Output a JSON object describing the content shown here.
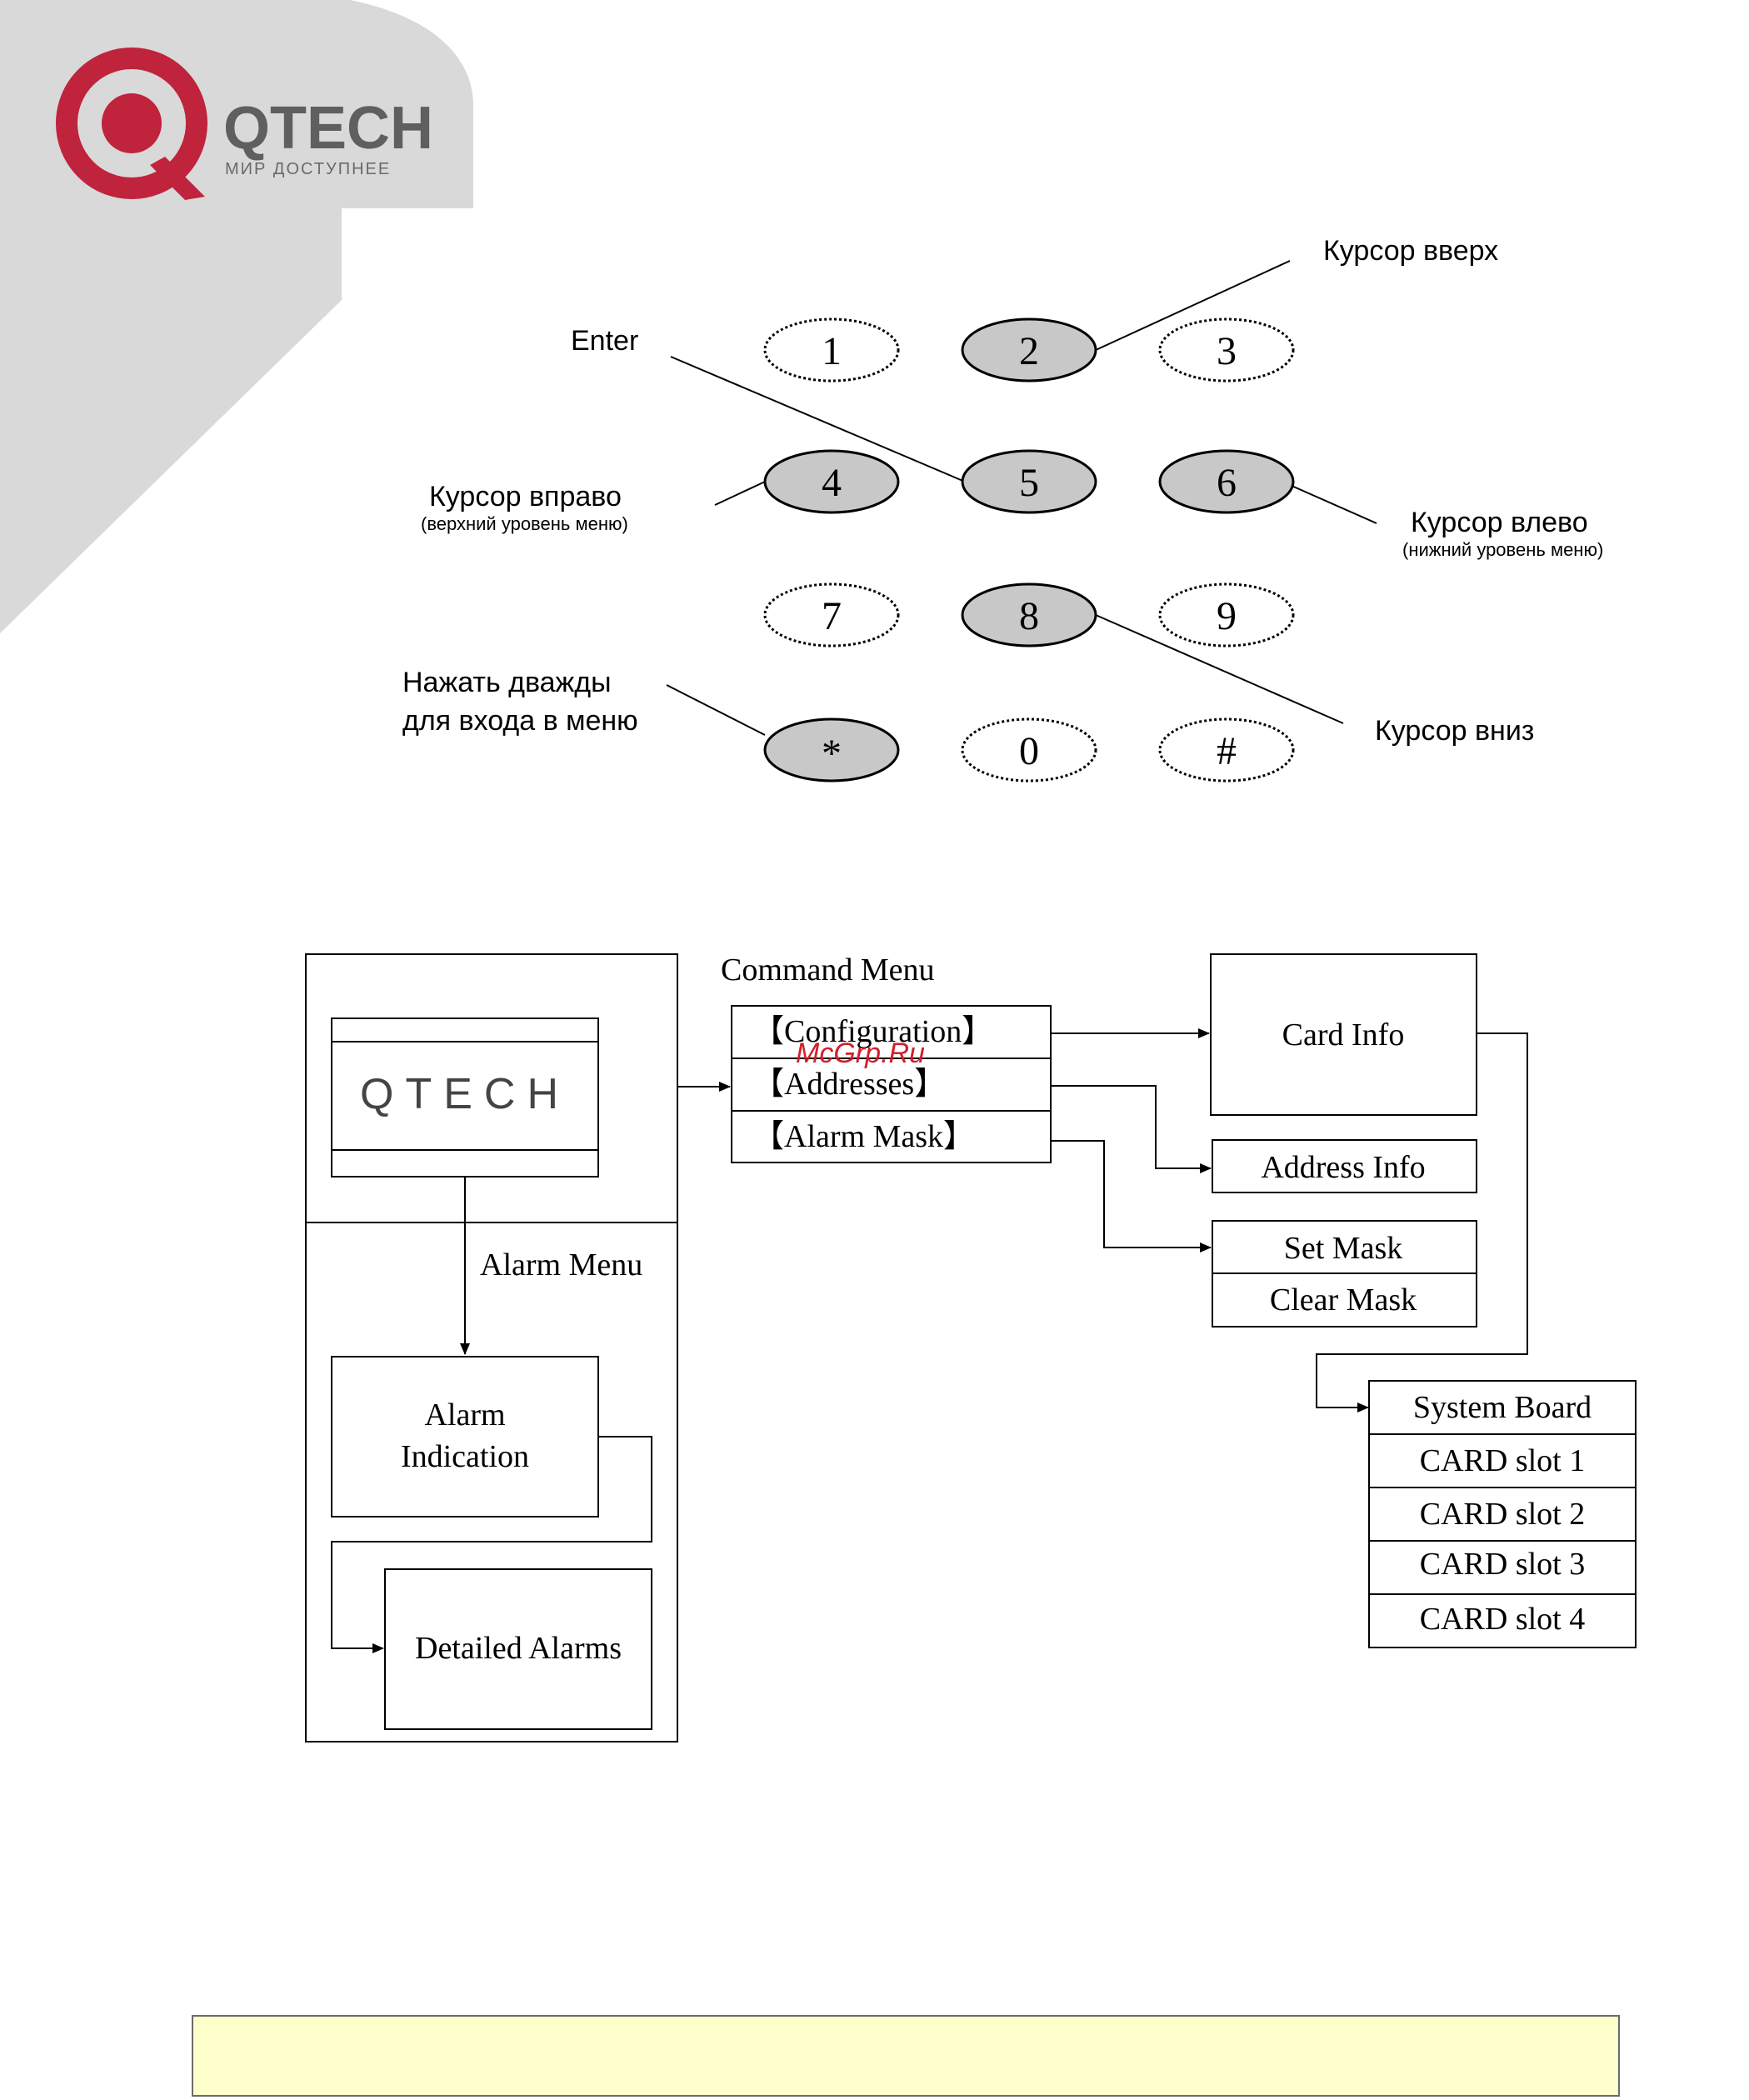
{
  "logo": {
    "brand": "QTECH",
    "tagline": "МИР ДОСТУПНЕЕ",
    "colors": {
      "ring": "#c0233c",
      "text": "#5f5f5f",
      "shape": "#d9d9d9"
    }
  },
  "keypad": {
    "keys": [
      "1",
      "2",
      "3",
      "4",
      "5",
      "6",
      "7",
      "8",
      "9",
      "*",
      "0",
      "#"
    ],
    "highlighted": [
      "2",
      "4",
      "5",
      "6",
      "8",
      "*"
    ],
    "labels": {
      "cursor_up": "Курсор вверх",
      "enter": "Enter",
      "cursor_right": "Курсор вправо",
      "cursor_right_sub": "(верхний уровень меню)",
      "cursor_left": "Курсор влево",
      "cursor_left_sub": "(нижний уровень меню)",
      "press_twice_1": "Нажать дважды",
      "press_twice_2": "для входа в меню",
      "cursor_down": "Курсор вниз"
    }
  },
  "menu_diagram": {
    "display_text": "QTECH",
    "command_menu_title": "Command Menu",
    "command_items": [
      "【Configuration】",
      "【Addresses】",
      "【Alarm Mask】"
    ],
    "card_info": "Card Info",
    "address_info": "Address Info",
    "mask_items": [
      "Set Mask",
      "Clear Mask"
    ],
    "alarm_menu_title": "Alarm Menu",
    "alarm_indication_1": "Alarm",
    "alarm_indication_2": "Indication",
    "detailed_alarms": "Detailed Alarms",
    "slots": [
      "System Board",
      "CARD slot 1",
      "CARD slot 2",
      "CARD slot 3",
      "CARD slot 4"
    ]
  },
  "watermark": "McGrp.Ru",
  "colors": {
    "key_fill": "#c8c8c8",
    "watermark": "#d21e2b",
    "note_fill": "#ffffcc"
  }
}
